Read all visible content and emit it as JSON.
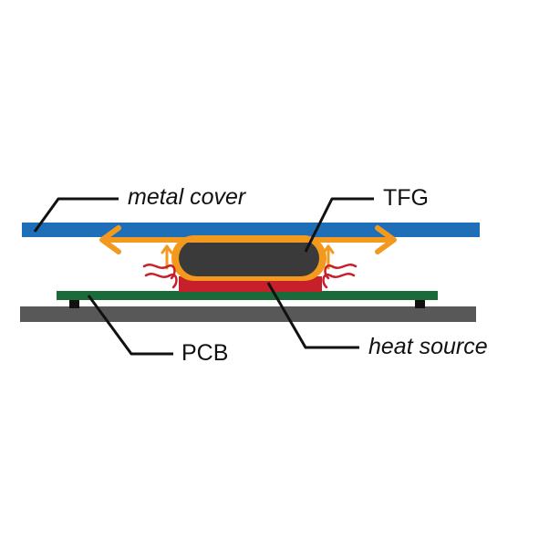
{
  "labels": {
    "metal_cover": "metal cover",
    "tfg": "TFG",
    "pcb": "PCB",
    "heat_source": "heat source"
  },
  "colors": {
    "metal_cover": "#1f6fb8",
    "pcb": "#1b6b3a",
    "base": "#585858",
    "heat_source": "#c8202a",
    "tfg_core": "#3a3a3a",
    "tfg_wrap": "#f39a1e",
    "heat_arrow": "#f39a1e",
    "heat_wave": "#c8202a",
    "leader_line": "#111111"
  }
}
